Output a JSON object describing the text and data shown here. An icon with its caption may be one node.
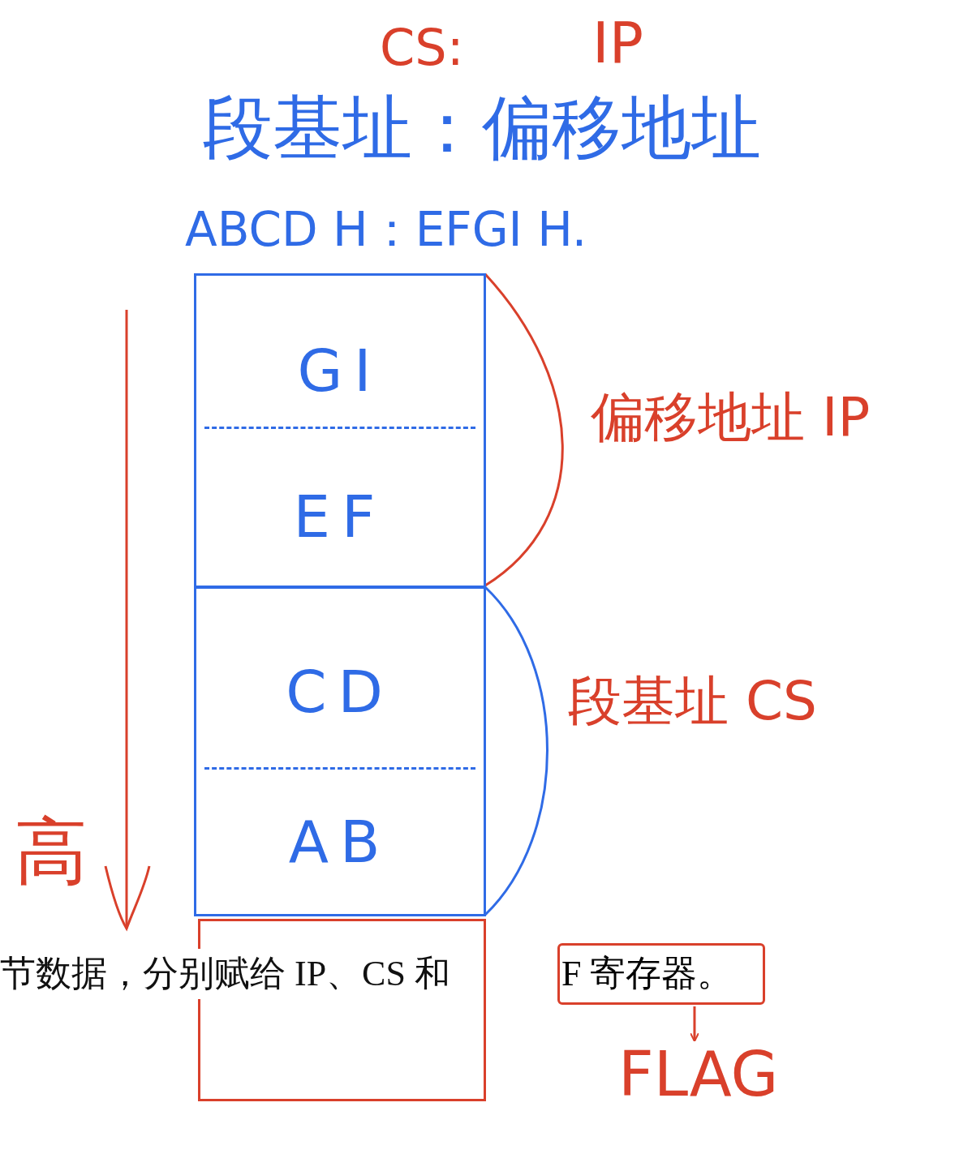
{
  "diagram": {
    "nodes": [
      {
        "text": [
          "GI",
          "EF"
        ]
      },
      {
        "text": [
          "CD",
          "AB"
        ]
      },
      {
        "text": [],
        "shape": "box"
      },
      {
        "text": [
          "F 寄存器。"
        ]
      },
      {
        "text": [
          "FLAG"
        ]
      }
    ],
    "edges": [
      {
        "from": 3,
        "to": 4,
        "arrow": "to"
      }
    ],
    "labels": [
      "CS:",
      "IP",
      "段基址：偏移地址",
      "ABCD H：EFGI H.",
      "偏移地址 IP",
      "段基址 CS",
      "高",
      "节数据，分别赋给 IP、CS 和"
    ]
  }
}
